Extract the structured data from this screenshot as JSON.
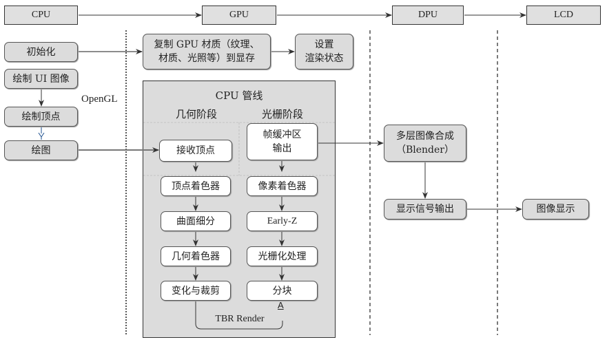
{
  "headers": {
    "cpu": "CPU",
    "gpu": "GPU",
    "dpu": "DPU",
    "lcd": "LCD"
  },
  "cpu_column": {
    "init": "初始化",
    "draw_ui": "绘制 UI 图像",
    "draw_vertices": "绘制顶点",
    "draw": "绘图",
    "api_label": "OpenGL"
  },
  "gpu_column": {
    "copy_materials_line1": "复制 GPU 材质（纹理、",
    "copy_materials_line2": "材质、光照等）到显存",
    "set_state_line1": "设置",
    "set_state_line2": "渲染状态",
    "pipeline": {
      "title": "CPU 管线",
      "geometry_stage": "几何阶段",
      "raster_stage": "光栅阶段",
      "geometry_steps": [
        "接收顶点",
        "顶点着色器",
        "曲面细分",
        "几何着色器",
        "变化与裁剪"
      ],
      "raster_steps": [
        "帧缓冲区\n输出",
        "像素着色器",
        "Early-Z",
        "光栅化处理",
        "分块"
      ],
      "framebuffer_line1": "帧缓冲区",
      "framebuffer_line2": "输出",
      "tbr_label": "TBR Render",
      "tbr_marker": "A"
    }
  },
  "dpu_column": {
    "blender_line1": "多层图像合成",
    "blender_line2": "（Blender）",
    "signal_out": "显示信号输出"
  },
  "lcd_column": {
    "display": "图像显示"
  }
}
